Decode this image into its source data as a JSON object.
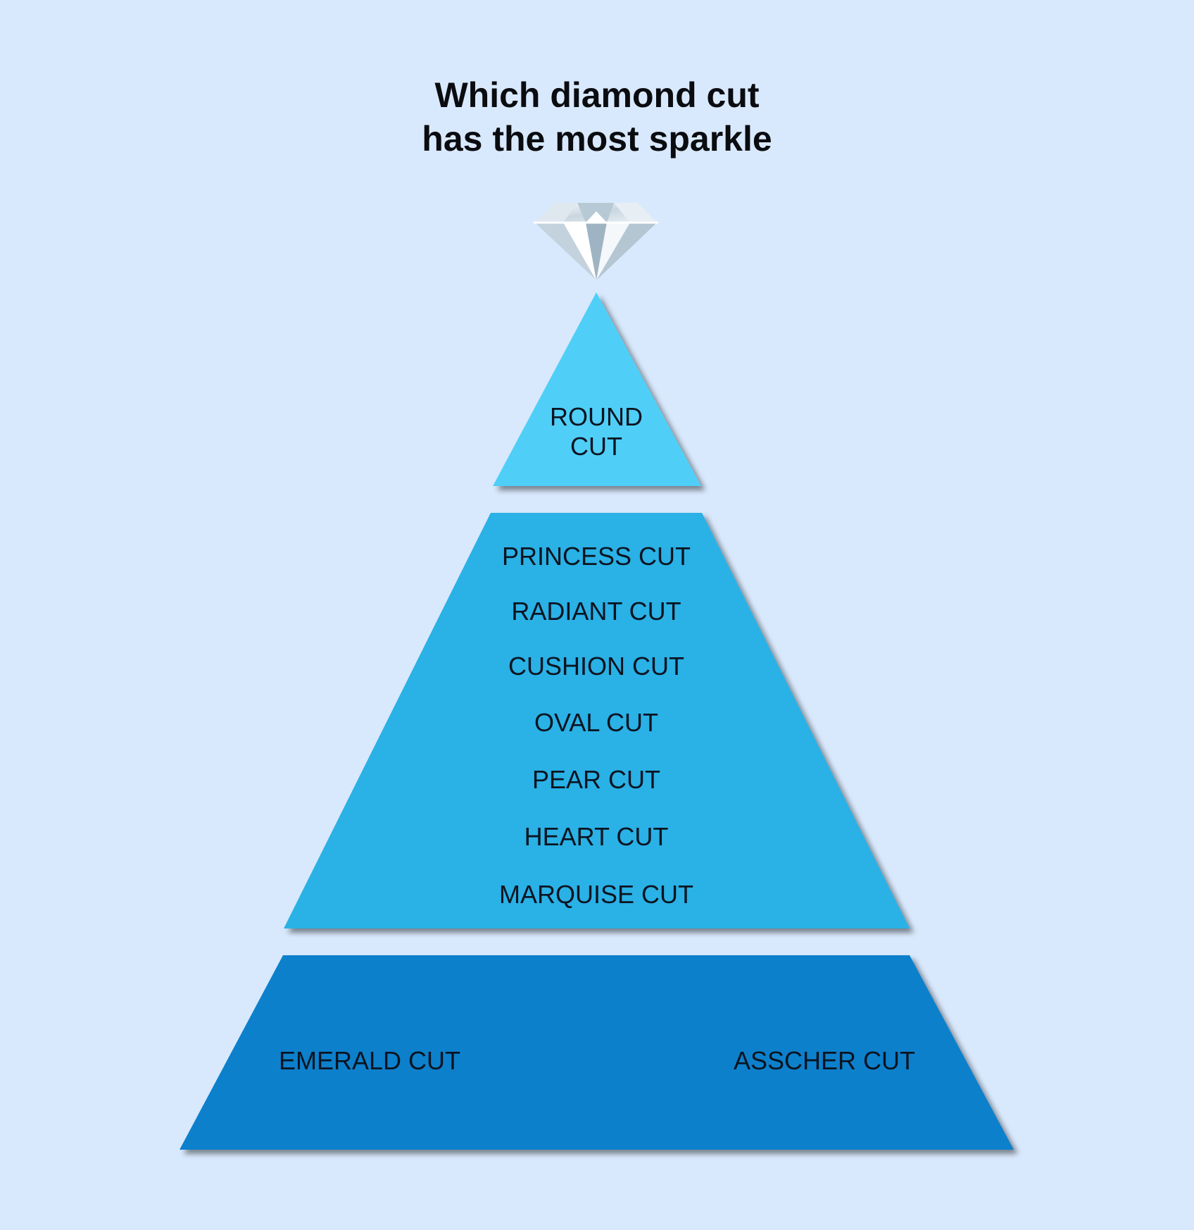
{
  "title": {
    "line1": "Which diamond cut",
    "line2": "has the most sparkle"
  },
  "icon": "diamond-icon",
  "colors": {
    "background": "#d9e9fd",
    "tier_top": "#50cff7",
    "tier_middle": "#29b1e6",
    "tier_bottom": "#0a80cc",
    "text": "#0b1420"
  },
  "tiers": {
    "top": {
      "labels": [
        "ROUND",
        "CUT"
      ]
    },
    "middle": {
      "labels": [
        "PRINCESS CUT",
        "RADIANT CUT",
        "CUSHION CUT",
        "OVAL CUT",
        "PEAR CUT",
        "HEART CUT",
        "MARQUISE CUT"
      ]
    },
    "bottom": {
      "labels": [
        "EMERALD CUT",
        "ASSCHER CUT"
      ]
    }
  }
}
